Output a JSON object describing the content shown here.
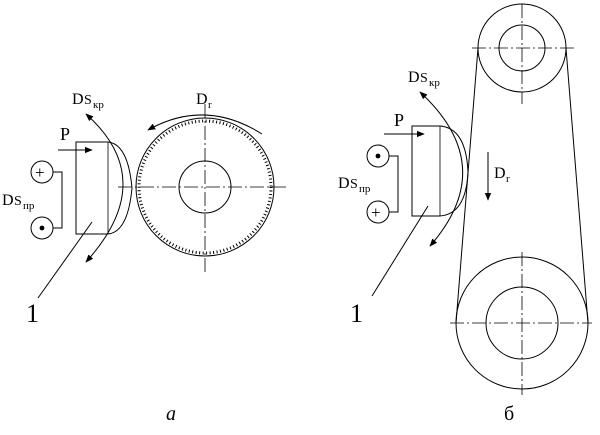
{
  "diagram": {
    "panel_a": {
      "label_P": "P",
      "label_Ds_kr_main": "D",
      "label_Ds_kr_s": "S",
      "label_Ds_kr_sub": "кр",
      "label_Dr_main": "D",
      "label_Dr_sub": "r",
      "label_Ds_pr_main": "D",
      "label_Ds_pr_s": "S",
      "label_Ds_pr_sub": "пр",
      "plus_sign": "+",
      "part_number": "1",
      "caption": "а"
    },
    "panel_b": {
      "label_P": "P",
      "label_Ds_kr_main": "D",
      "label_Ds_kr_s": "S",
      "label_Ds_kr_sub": "кр",
      "label_Dr_main": "D",
      "label_Dr_sub": "r",
      "label_Ds_pr_main": "D",
      "label_Ds_pr_s": "S",
      "label_Ds_pr_sub": "пр",
      "plus_sign": "+",
      "part_number": "1",
      "caption": "б"
    }
  }
}
